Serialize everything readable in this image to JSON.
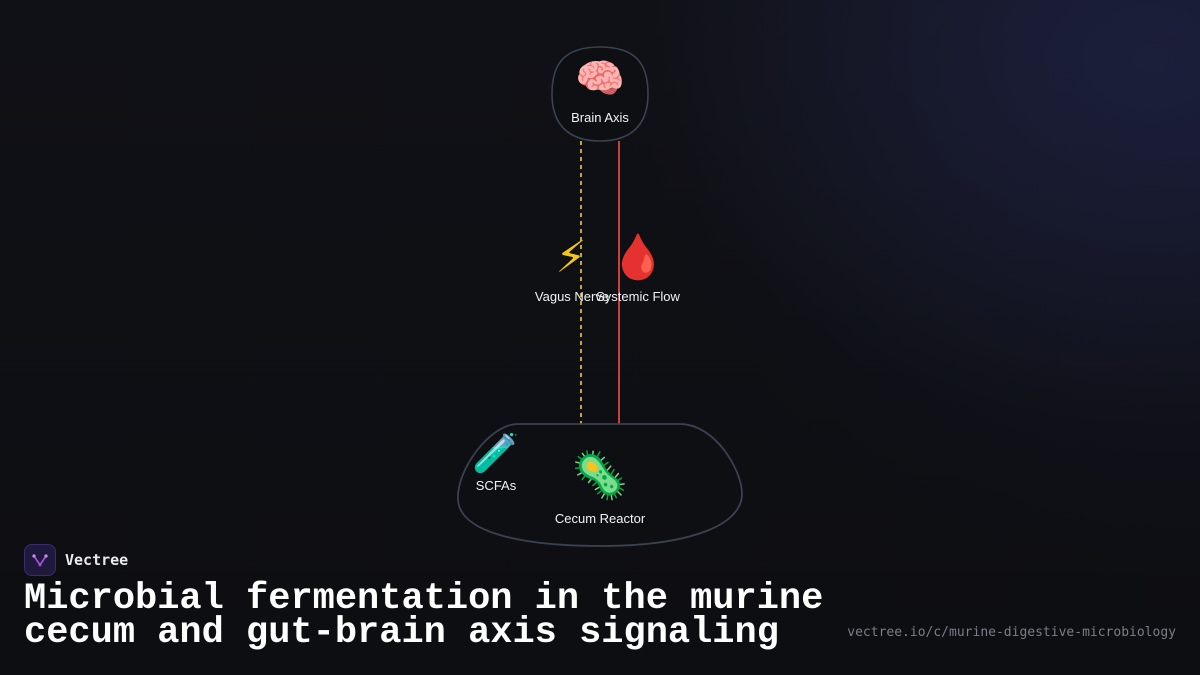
{
  "diagram": {
    "nodes": {
      "brain": {
        "label": "Brain Axis",
        "icon": "brain-icon",
        "glyph": "🧠"
      },
      "vagus": {
        "label": "Vagus Nerve",
        "icon": "lightning-icon",
        "glyph": "⚡"
      },
      "systemic": {
        "label": "Systemic Flow",
        "icon": "blood-drop-icon",
        "glyph": "🩸"
      },
      "scfa": {
        "label": "SCFAs",
        "icon": "test-tube-icon",
        "glyph": "🧪"
      },
      "cecum": {
        "label": "Cecum Reactor",
        "icon": "microbe-icon",
        "glyph": "🦠"
      }
    },
    "edges": [
      {
        "from": "cecum",
        "to": "brain",
        "via": "vagus",
        "style": "dashed",
        "color": "#f2d22e"
      },
      {
        "from": "cecum",
        "to": "brain",
        "via": "systemic",
        "style": "solid",
        "color": "#e0453f"
      }
    ],
    "colors": {
      "node_outline": "#3a4150",
      "text": "#f2f3f7"
    }
  },
  "brand": {
    "name": "Vectree",
    "logo_color": "#b04fe0"
  },
  "title": "Microbial fermentation in the murine cecum and gut-brain axis signaling",
  "url": "vectree.io/c/murine-digestive-microbiology"
}
